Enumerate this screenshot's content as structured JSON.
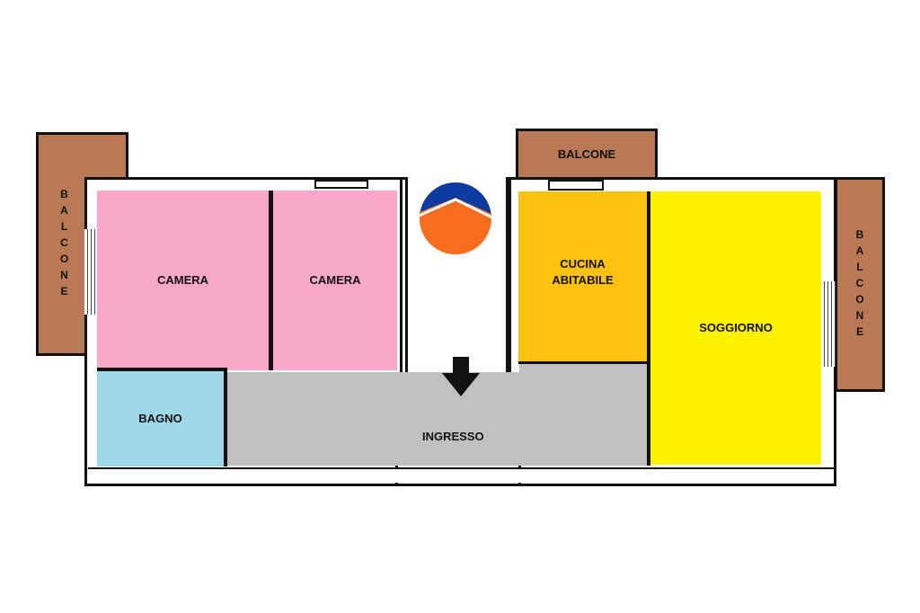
{
  "rooms": {
    "camera_1": "CAMERA",
    "camera_2": "CAMERA",
    "bagno": "BAGNO",
    "ingresso": "INGRESSO",
    "cucina_line1": "CUCINA",
    "cucina_line2": "ABITABILE",
    "soggiorno": "SOGGIORNO"
  },
  "balconies": {
    "left": "BALCONE",
    "top": "BALCONE",
    "right": "BALCONE"
  },
  "colors": {
    "camera": "#f9a8c8",
    "bagno": "#9dd7e8",
    "ingresso": "#c0c0c0",
    "cucina": "#fcc20f",
    "soggiorno": "#fff200",
    "balcone": "#b97955",
    "logo_blue": "#0d3a9e",
    "logo_orange": "#f76d1d"
  }
}
